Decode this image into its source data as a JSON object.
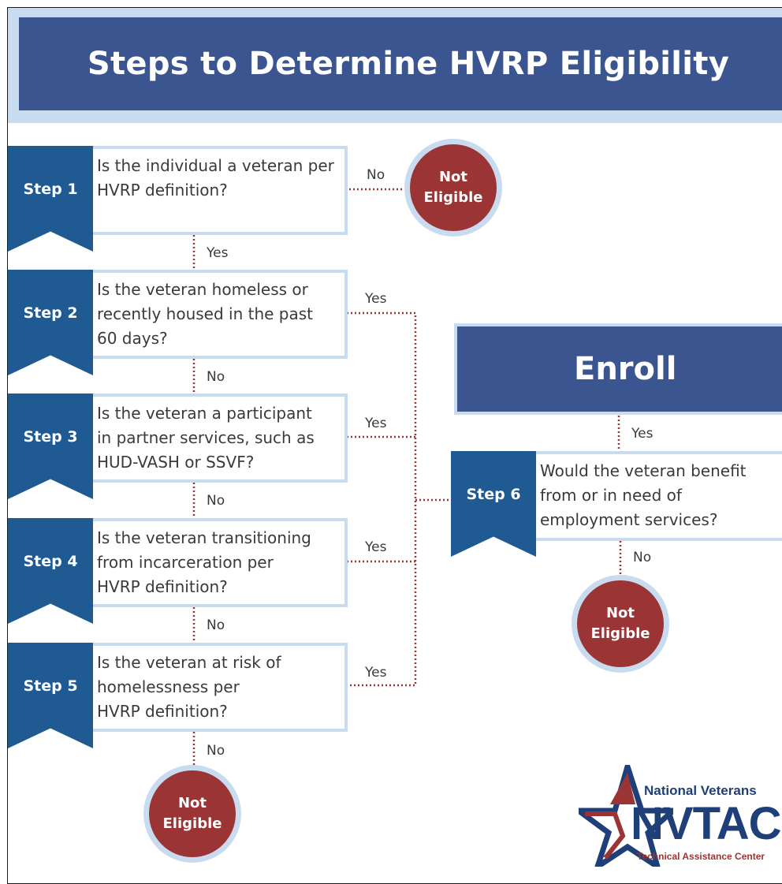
{
  "header": {
    "title": "Steps to Determine HVRP Eligibility"
  },
  "steps": [
    {
      "label": "Step 1",
      "question": [
        "Is the individual a veteran per",
        "HVRP definition?"
      ]
    },
    {
      "label": "Step 2",
      "question": [
        "Is the veteran homeless or",
        "recently housed in the past",
        "60 days?"
      ]
    },
    {
      "label": "Step 3",
      "question": [
        "Is the veteran a participant",
        "in partner services, such as",
        "HUD-VASH or SSVF?"
      ]
    },
    {
      "label": "Step 4",
      "question": [
        "Is the veteran transitioning",
        "from incarceration per",
        "HVRP definition?"
      ]
    },
    {
      "label": "Step 5",
      "question": [
        "Is the veteran at risk of",
        "homelessness per",
        "HVRP definition?"
      ]
    },
    {
      "label": "Step 6",
      "question": [
        "Would the veteran benefit",
        "from or in need of",
        "employment services?"
      ]
    }
  ],
  "connector_labels": {
    "s1_no": "No",
    "s1_yes": "Yes",
    "s2_yes": "Yes",
    "s2_no": "No",
    "s3_yes": "Yes",
    "s3_no": "No",
    "s4_yes": "Yes",
    "s4_no": "No",
    "s5_yes": "Yes",
    "s5_no": "No",
    "s6_yes": "Yes",
    "s6_no": "No"
  },
  "outcomes": {
    "not_eligible_line1": "Not",
    "not_eligible_line2": "Eligible",
    "enroll": "Enroll"
  },
  "logo": {
    "name_line": "National Veterans",
    "acronym": "NVTAC",
    "subtitle": "Technical Assistance Center"
  },
  "colors": {
    "navy": "#3a5590",
    "step_blue": "#1f5a93",
    "light_blue": "#c9dcef",
    "not_eligible_red": "#9b3535",
    "connector_red": "#9b3535"
  }
}
